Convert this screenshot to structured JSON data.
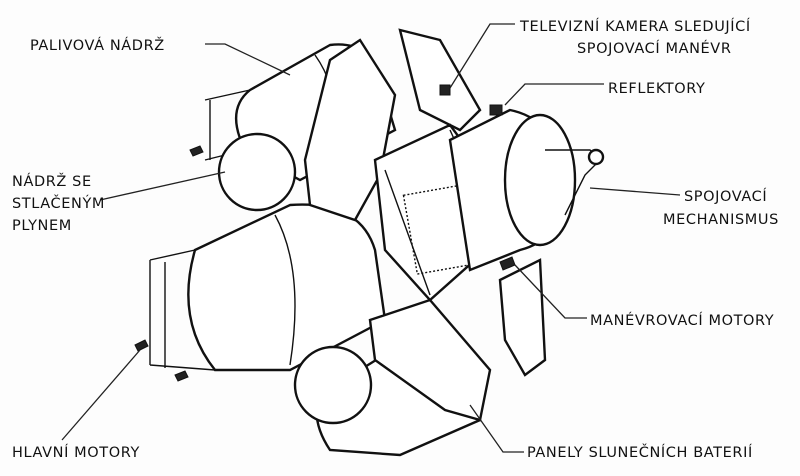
{
  "labels": {
    "fuel_tank": "PALIVOVÁ NÁDRŽ",
    "tv_camera_1": "TELEVIZNÍ KAMERA SLEDUJÍCÍ",
    "tv_camera_2": "SPOJOVACÍ MANÉVR",
    "reflectors": "REFLEKTORY",
    "gas_tank_1": "NÁDRŽ SE",
    "gas_tank_2": "STLAČENÝM",
    "gas_tank_3": "PLYNEM",
    "docking_1": "SPOJOVACÍ",
    "docking_2": "MECHANISMUS",
    "maneuver_engines": "MANÉVROVACÍ MOTORY",
    "main_engines": "HLAVNÍ MOTORY",
    "solar_panels": "PANELY SLUNEČNÍCH BATERIÍ"
  }
}
